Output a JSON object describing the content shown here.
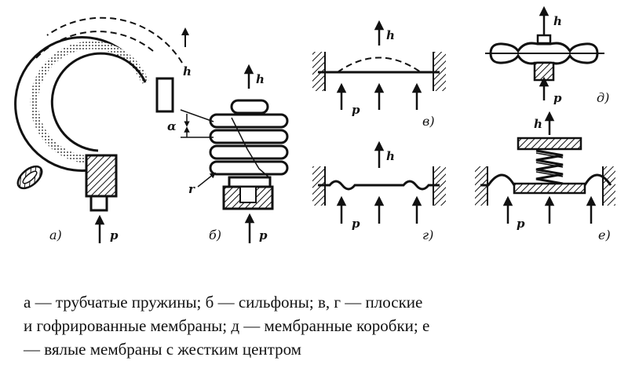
{
  "figure": {
    "symbols": {
      "force": "p",
      "travel": "h",
      "angle": "α",
      "radius": "r"
    },
    "panels": [
      {
        "id": "a",
        "label": "а)"
      },
      {
        "id": "b",
        "label": "б)"
      },
      {
        "id": "v",
        "label": "в)"
      },
      {
        "id": "g",
        "label": "г)"
      },
      {
        "id": "d",
        "label": "д)"
      },
      {
        "id": "e",
        "label": "е)"
      }
    ]
  },
  "caption": {
    "lines": [
      "а — трубчатые пружины; б — сильфоны; в, г — плоские",
      "и гофрированные мембраны; д — мембранные коробки; е",
      "— вялые мембраны с жестким центром"
    ]
  }
}
